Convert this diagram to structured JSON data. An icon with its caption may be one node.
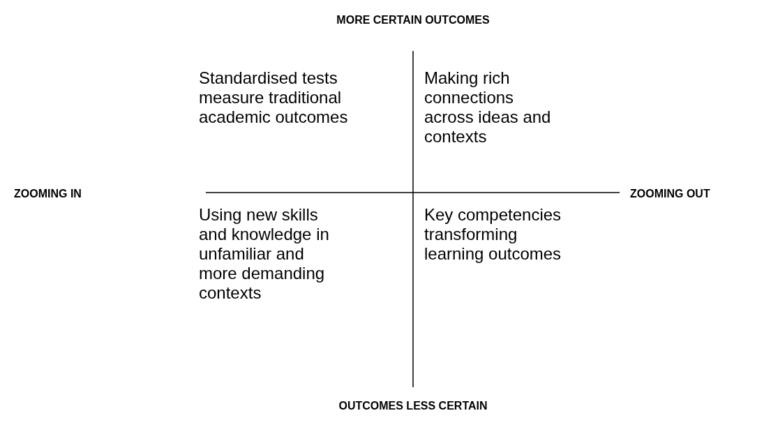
{
  "diagram": {
    "labels": [
      "MORE CERTAIN OUTCOMES",
      "Standardised tests measure traditional academic outcomes",
      "Making rich connections across ideas and contexts",
      "ZOOMING IN",
      "ZOOMING OUT",
      "Using new skills and knowledge in unfamiliar and more demanding contexts",
      "Key competencies transforming learning outcomes",
      "OUTCOMES LESS CERTAIN"
    ]
  }
}
